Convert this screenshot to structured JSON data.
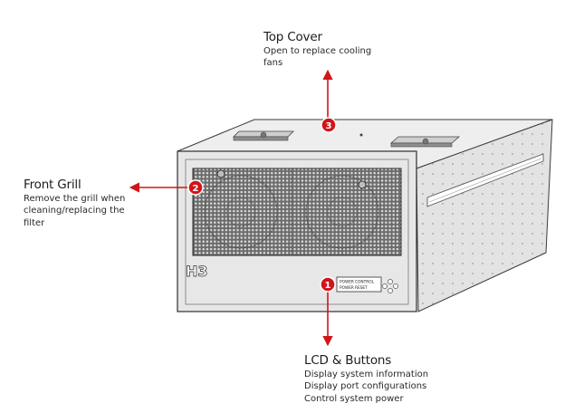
{
  "callouts": {
    "top_cover": {
      "number": "3",
      "title": "Top Cover",
      "lines": [
        "Open to replace cooling",
        "fans"
      ]
    },
    "front_grill": {
      "number": "2",
      "title": "Front Grill",
      "lines": [
        "Remove the grill when",
        "cleaning/replacing the",
        "filter"
      ]
    },
    "lcd_buttons": {
      "number": "1",
      "title": "LCD & Buttons",
      "lines": [
        "Display system information",
        "Display port configurations",
        "Control system power"
      ]
    }
  },
  "device": {
    "brand_mark": "H3",
    "button_labels": [
      "POWER",
      "CONTROL",
      "POWER",
      "RESET"
    ]
  },
  "colors": {
    "marker": "#d0161b",
    "arrow": "#d0161b",
    "text": "#222222",
    "sketch": "#3a3a3a"
  }
}
